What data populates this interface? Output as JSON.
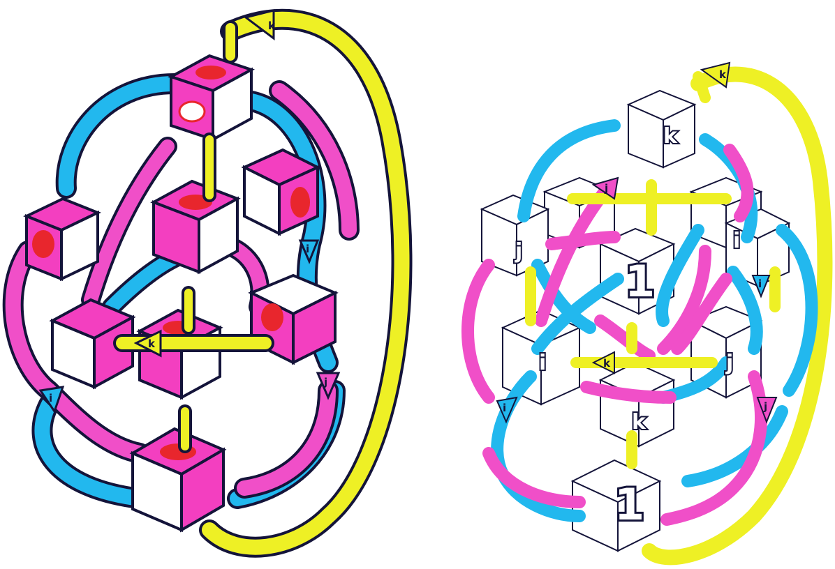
{
  "colors": {
    "outline": "#14143a",
    "cyan_rope": "#22b8ee",
    "magenta_rope": "#f04fc8",
    "yellow_rope": "#eef025",
    "cube_fill_left": "#f33fc0",
    "cube_swirl_red": "#e8262d",
    "cube_fill_right": "#ffffff"
  },
  "left_figure": {
    "style": "filled cubes with hands",
    "arrow_labels": {
      "top": "k",
      "center": "k",
      "right": "i",
      "left_bottom": "i",
      "right_bottom": "j"
    }
  },
  "right_figure": {
    "style": "outlined cubes",
    "node_labels": {
      "top": "k",
      "left": "j",
      "right": "i",
      "center": "1",
      "mid_left": "i",
      "mid_right": "j",
      "lower": "k",
      "bottom": "1"
    },
    "arrow_labels": {
      "top": "k",
      "center": "k",
      "right": "i",
      "left_bottom": "i",
      "right_bottom": "j",
      "upper_magenta": "j"
    }
  }
}
